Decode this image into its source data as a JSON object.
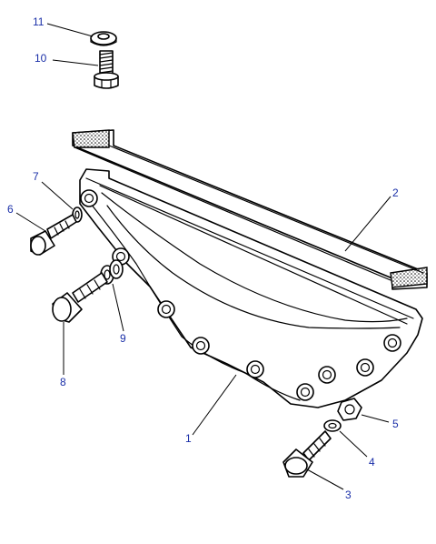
{
  "callouts": {
    "c1": "1",
    "c2": "2",
    "c3": "3",
    "c4": "4",
    "c5": "5",
    "c6": "6",
    "c7": "7",
    "c8": "8",
    "c9": "9",
    "c10": "10",
    "c11": "11"
  },
  "colors": {
    "callout_text": "#1a2fa8",
    "line": "#000000",
    "background": "#ffffff"
  }
}
